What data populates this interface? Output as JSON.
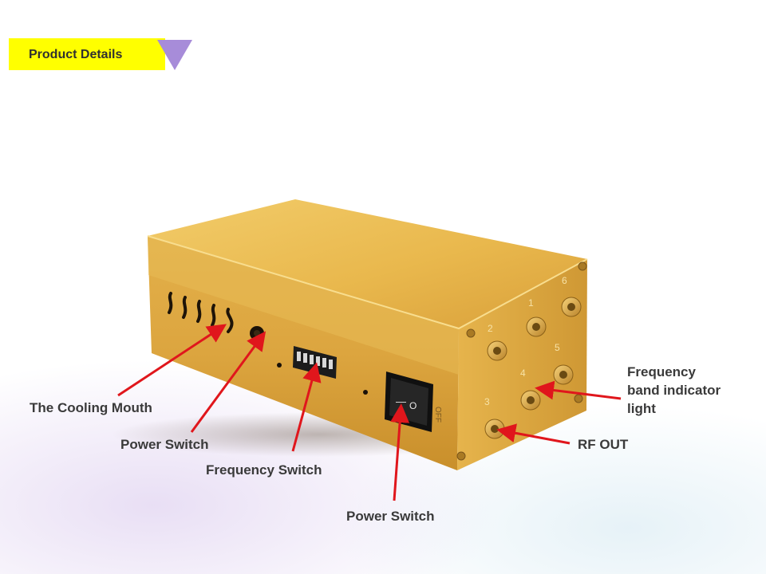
{
  "header": {
    "title": "Product Details"
  },
  "product": {
    "antenna_numbers": [
      "1",
      "2",
      "3",
      "4",
      "5",
      "6"
    ],
    "rocker_symbols": {
      "on": "—",
      "off": "O"
    },
    "side_label": "OFF"
  },
  "callouts": {
    "cooling_mouth": "The Cooling Mouth",
    "power_switch_left": "Power Switch",
    "frequency_switch": "Frequency Switch",
    "power_switch_bottom": "Power Switch",
    "rf_out": "RF OUT",
    "band_indicator": [
      "Frequency",
      "band indicator",
      "light"
    ]
  },
  "colors": {
    "arrow": "#e0161c",
    "gold": "#e0ac3a",
    "banner": "#ffff00",
    "banner_triangle": "#a78cd9"
  }
}
